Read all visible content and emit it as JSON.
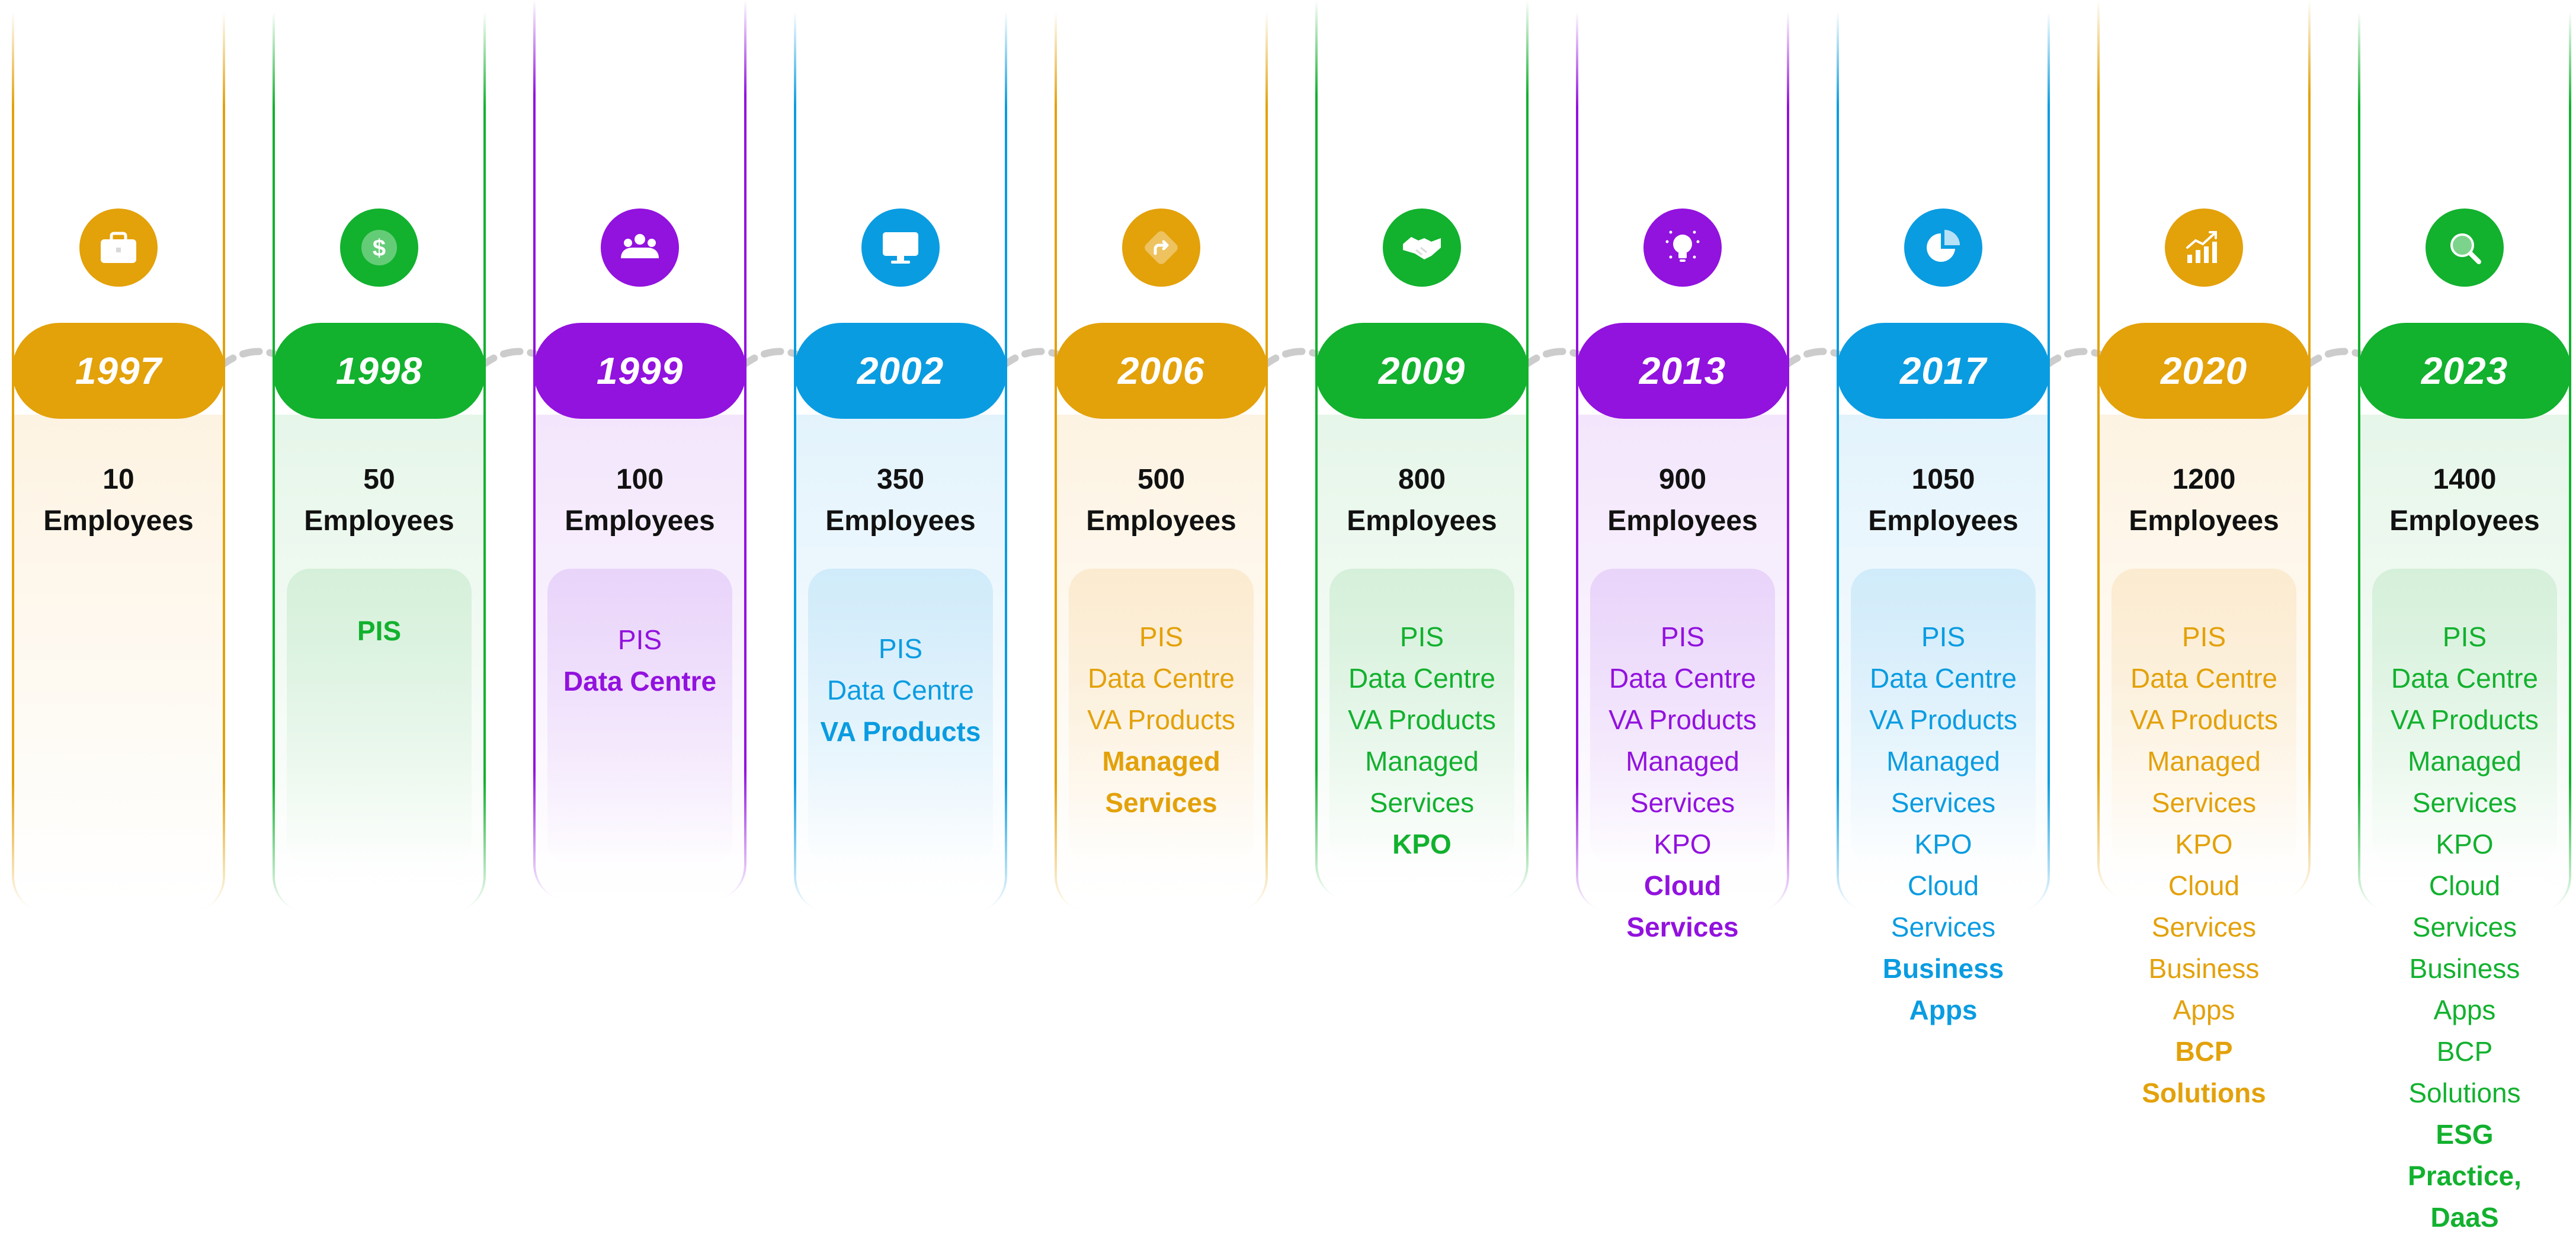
{
  "milestones": [
    {
      "year": "1997",
      "employees": "10",
      "employees_label": "Employees",
      "icon": "briefcase-icon",
      "color": "#E3A10A",
      "bg": "#FDF3E2",
      "card": "#FBEBD0",
      "services": [],
      "new_services": []
    },
    {
      "year": "1998",
      "employees": "50",
      "employees_label": "Employees",
      "icon": "dollar-icon",
      "color": "#12B12E",
      "bg": "#E6F6E9",
      "card": "#D5F0DA",
      "services": [],
      "new_services": [
        "PIS"
      ]
    },
    {
      "year": "1999",
      "employees": "100",
      "employees_label": "Employees",
      "icon": "team-icon",
      "color": "#9212DE",
      "bg": "#F3E6FC",
      "card": "#E9D4FA",
      "services": [
        "PIS"
      ],
      "new_services": [
        "Data Centre"
      ]
    },
    {
      "year": "2002",
      "employees": "350",
      "employees_label": "Employees",
      "icon": "monitor-icon",
      "color": "#0A9CE1",
      "bg": "#E3F3FC",
      "card": "#D0EBFA",
      "services": [
        "PIS",
        "Data Centre"
      ],
      "new_services": [
        "VA Products"
      ]
    },
    {
      "year": "2006",
      "employees": "500",
      "employees_label": "Employees",
      "icon": "direction-sign-icon",
      "color": "#E3A10A",
      "bg": "#FDF3E2",
      "card": "#FBEBD0",
      "services": [
        "PIS",
        "Data Centre",
        "VA Products"
      ],
      "new_services": [
        "Managed",
        "Services"
      ]
    },
    {
      "year": "2009",
      "employees": "800",
      "employees_label": "Employees",
      "icon": "handshake-icon",
      "color": "#12B12E",
      "bg": "#E6F6E9",
      "card": "#D5F0DA",
      "services": [
        "PIS",
        "Data Centre",
        "VA Products",
        "Managed",
        "Services"
      ],
      "new_services": [
        "KPO"
      ]
    },
    {
      "year": "2013",
      "employees": "900",
      "employees_label": "Employees",
      "icon": "lightbulb-icon",
      "color": "#9212DE",
      "bg": "#F3E6FC",
      "card": "#E9D4FA",
      "services": [
        "PIS",
        "Data Centre",
        "VA Products",
        "Managed",
        "Services",
        "KPO"
      ],
      "new_services": [
        "Cloud",
        "Services"
      ]
    },
    {
      "year": "2017",
      "employees": "1050",
      "employees_label": "Employees",
      "icon": "pie-chart-icon",
      "color": "#0A9CE1",
      "bg": "#E3F3FC",
      "card": "#D0EBFA",
      "services": [
        "PIS",
        "Data Centre",
        "VA Products",
        "Managed",
        "Services",
        "KPO",
        "Cloud",
        "Services"
      ],
      "new_services": [
        "Business",
        "Apps"
      ]
    },
    {
      "year": "2020",
      "employees": "1200",
      "employees_label": "Employees",
      "icon": "growth-chart-icon",
      "color": "#E3A10A",
      "bg": "#FDF3E2",
      "card": "#FBEBD0",
      "services": [
        "PIS",
        "Data Centre",
        "VA Products",
        "Managed",
        "Services",
        "KPO",
        "Cloud",
        "Services",
        "Business",
        "Apps"
      ],
      "new_services": [
        "BCP",
        "Solutions"
      ]
    },
    {
      "year": "2023",
      "employees": "1400",
      "employees_label": "Employees",
      "icon": "search-icon",
      "color": "#12B12E",
      "bg": "#E6F6E9",
      "card": "#D5F0DA",
      "services": [
        "PIS",
        "Data Centre",
        "VA Products",
        "Managed",
        "Services",
        "KPO",
        "Cloud",
        "Services",
        "Business",
        "Apps",
        "BCP",
        "Solutions"
      ],
      "new_services": [
        "ESG",
        "Practice,",
        "DaaS"
      ]
    }
  ],
  "connector_color": "#CCCCCC"
}
